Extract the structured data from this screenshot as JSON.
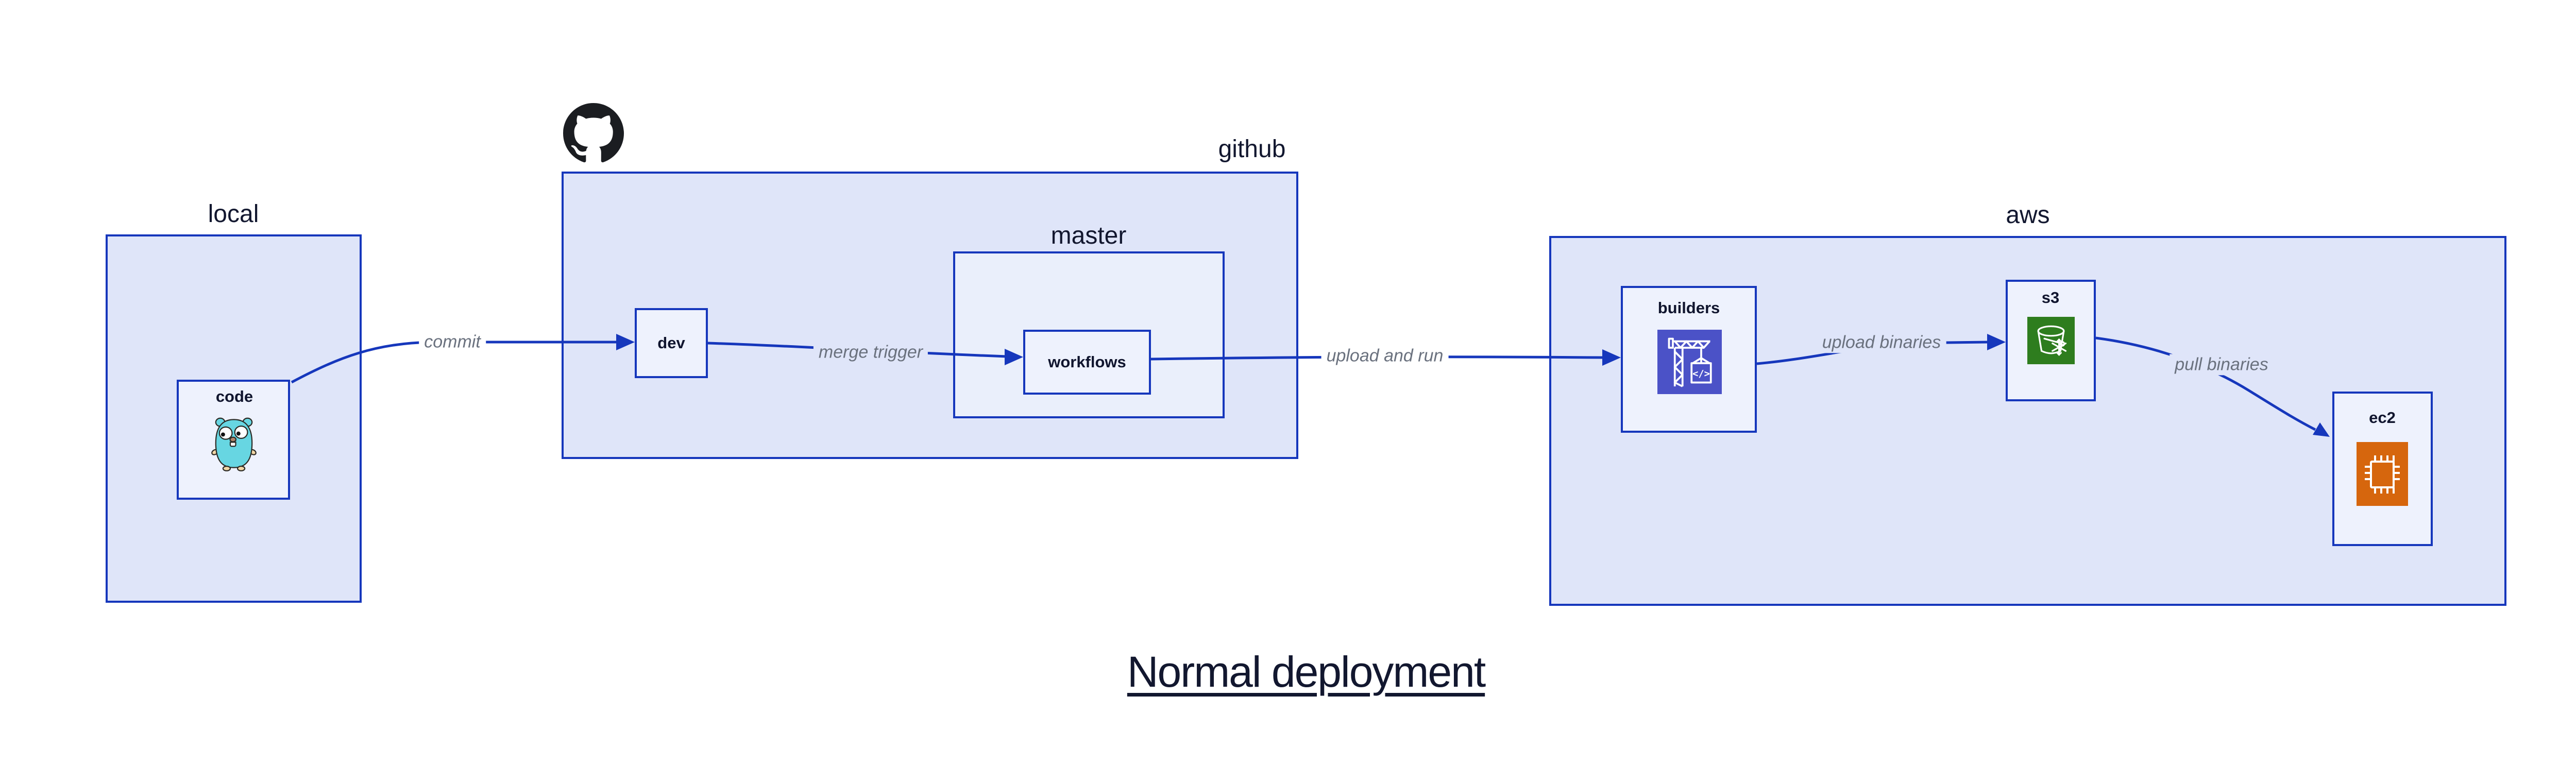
{
  "diagram": {
    "title": "Normal deployment",
    "containers": {
      "local": {
        "label": "local"
      },
      "github": {
        "label": "github"
      },
      "master": {
        "label": "master"
      },
      "aws": {
        "label": "aws"
      }
    },
    "nodes": {
      "code": {
        "label": "code",
        "icon": "go-gopher-icon"
      },
      "dev": {
        "label": "dev"
      },
      "workflows": {
        "label": "workflows"
      },
      "builders": {
        "label": "builders",
        "icon": "aws-codebuild-icon"
      },
      "s3": {
        "label": "s3",
        "icon": "aws-s3-glacier-icon"
      },
      "ec2": {
        "label": "ec2",
        "icon": "aws-ec2-icon"
      }
    },
    "edges": [
      {
        "from": "code",
        "to": "dev",
        "label": "commit"
      },
      {
        "from": "dev",
        "to": "workflows",
        "label": "merge trigger"
      },
      {
        "from": "workflows",
        "to": "builders",
        "label": "upload and run"
      },
      {
        "from": "builders",
        "to": "s3",
        "label": "upload binaries"
      },
      {
        "from": "s3",
        "to": "ec2",
        "label": "pull binaries"
      }
    ],
    "colors": {
      "accent_blue": "#1637bc",
      "container_fill": "#dfe5f9",
      "inner_fill": "#eef2fd",
      "text_navy": "#12172f",
      "edge_label_gray": "#6a717e",
      "github_black": "#1b1d21",
      "gopher_teal": "#67d6e2",
      "codebuild_indigo": "#4b52c7",
      "glacier_green": "#2e7d1e",
      "ec2_orange": "#d6660d"
    }
  }
}
